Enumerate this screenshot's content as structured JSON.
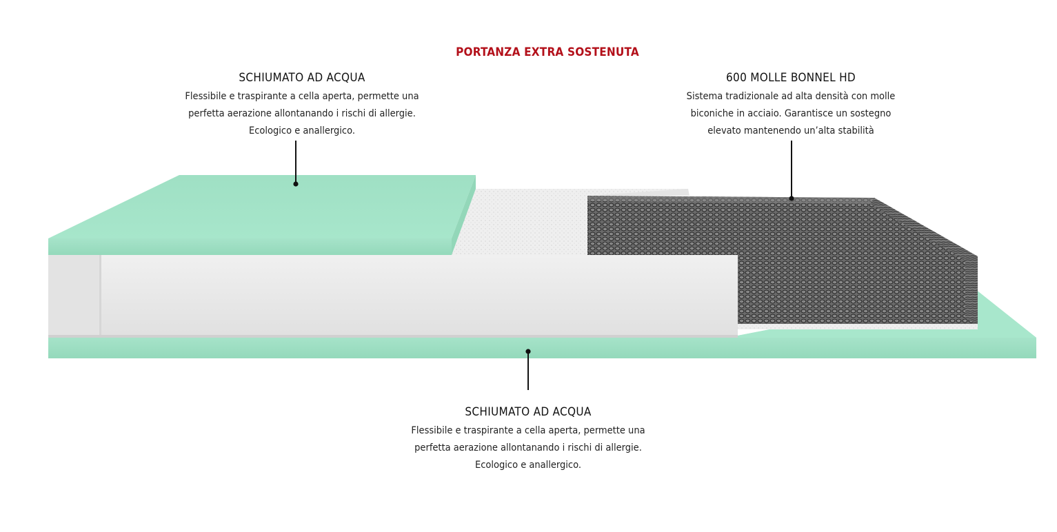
{
  "title": "PORTANZA EXTRA SOSTENUTA",
  "annotations": {
    "top_left": {
      "heading": "SCHIUMATO AD ACQUA",
      "description": "Flessibile e traspirante a cella aperta, permette una\nperfetta aerazione allontanando i rischi di allergie.\nEcologico e anallergico."
    },
    "top_right": {
      "heading": "600 MOLLE BONNEL HD",
      "description": "Sistema tradizionale ad alta densità con molle\nbiconiche in acciaio. Garantisce un sostegno\nelevato mantenendo un’alta stabilità"
    },
    "bottom": {
      "heading": "SCHIUMATO AD ACQUA",
      "description": "Flessibile e traspirante a cella aperta, permette una\nperfetta aerazione allontanando i rischi di allergie.\nEcologico e anallergico."
    }
  },
  "colors": {
    "title": "#b3101a",
    "foam_green": "#a8e6cc",
    "foam_green_dark": "#8fd8b9",
    "white_layer": "#e9e9e9",
    "springs": "#555555",
    "leader_line": "#111111"
  }
}
